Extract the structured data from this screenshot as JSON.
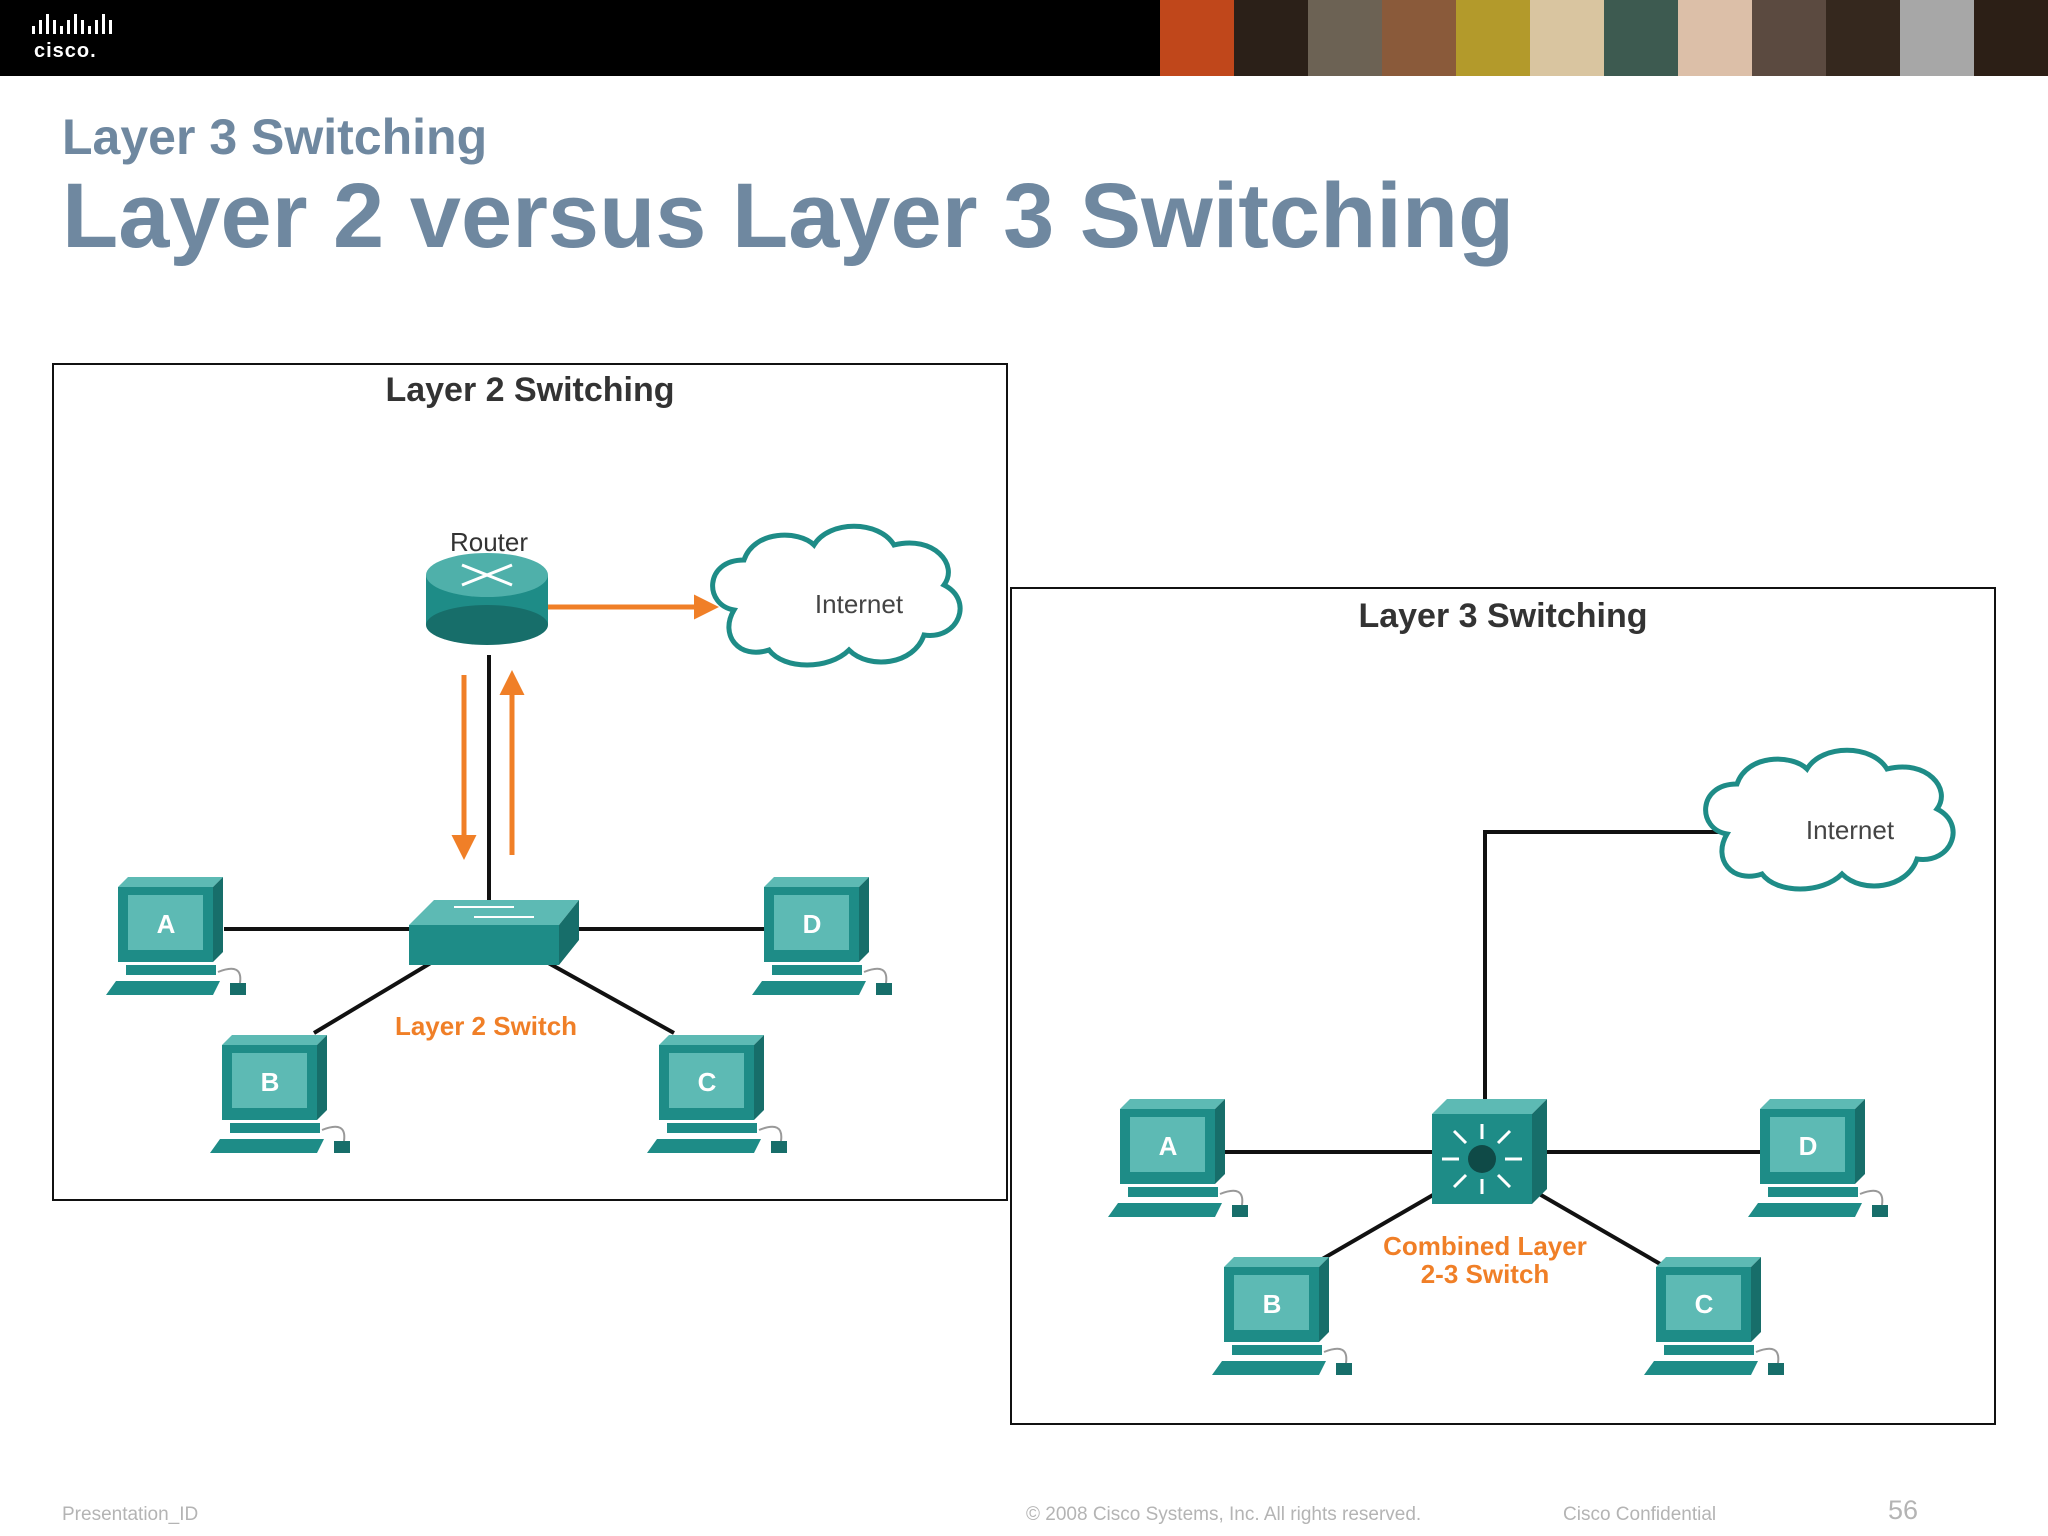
{
  "header": {
    "logo_text": "cisco.",
    "photo_colors": [
      "#c0471b",
      "#2b2018",
      "#6c6254",
      "#8a5a3a",
      "#b39a2b",
      "#d9c5a0",
      "#3d5a50",
      "#dcbfa8",
      "#5b4a40",
      "#35281e",
      "#a7a7a7",
      "#2c1f16"
    ]
  },
  "slide": {
    "subtitle": "Layer 3 Switching",
    "title": "Layer 2 versus Layer 3 Switching"
  },
  "layer2": {
    "title": "Layer 2 Switching",
    "router_label": "Router",
    "internet_label": "Internet",
    "switch_label": "Layer 2 Switch",
    "pcs": [
      "A",
      "B",
      "C",
      "D"
    ]
  },
  "layer3": {
    "title": "Layer 3 Switching",
    "internet_label": "Internet",
    "switch_label_line1": "Combined Layer",
    "switch_label_line2": "2-3 Switch",
    "pcs": [
      "A",
      "B",
      "C",
      "D"
    ]
  },
  "footer": {
    "presentation_id": "Presentation_ID",
    "copyright": "© 2008 Cisco Systems, Inc. All rights reserved.",
    "confidential": "Cisco Confidential",
    "page_number": "56"
  },
  "colors": {
    "teal": "#1e8c87",
    "teal_light": "#5dbab4",
    "orange": "#f07f27",
    "title_gray_blue": "#6f88a0"
  }
}
